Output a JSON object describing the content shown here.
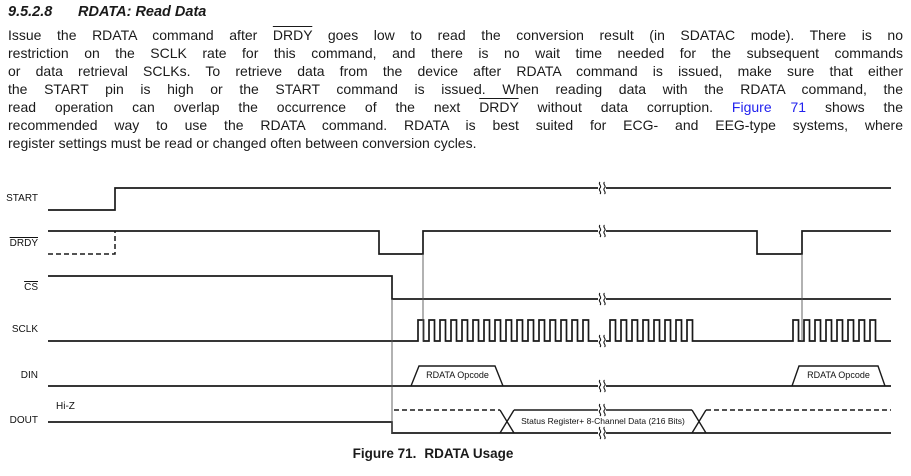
{
  "heading": {
    "number": "9.5.2.8",
    "title": "RDATA: Read Data"
  },
  "paragraph": {
    "l1a": "Issue the RDATA command after ",
    "l1b": "DRDY",
    "l1c": " goes low to read the conversion result (in SDATAC mode). There is no",
    "l2": "restriction on the SCLK rate for this command, and there is no wait time needed for the subsequent commands",
    "l3": "or data retrieval SCLKs. To retrieve data from the device after RDATA command is issued, make sure that either",
    "l4": "the START pin is high or the START command is issued. When reading data with the RDATA command, the",
    "l5a": "read operation can overlap the occurrence of the next ",
    "l5b": "DRDY",
    "l5c": " without data corruption. ",
    "l5d": "Figure 71",
    "l5e": " shows the",
    "l6": "recommended way to use the RDATA command. RDATA is best suited for ECG- and EEG-type systems, where",
    "l7": "register settings must be read or changed often between conversion cycles."
  },
  "diagram": {
    "labels": {
      "start": "START",
      "drdy": "DRDY",
      "cs": "CS",
      "sclk": "SCLK",
      "din": "DIN",
      "dout": "DOUT",
      "hiz": "Hi-Z"
    },
    "annotations": {
      "opcode1": "RDATA Opcode",
      "opcode2": "RDATA Opcode",
      "dout_bus": "Status Register+ 8-Channel Data (216 Bits)"
    }
  },
  "caption": {
    "label": "Figure 71.",
    "title": "RDATA Usage"
  },
  "colors": {
    "link_blue": "#2222EE",
    "line_black": "#1a1a1a"
  }
}
